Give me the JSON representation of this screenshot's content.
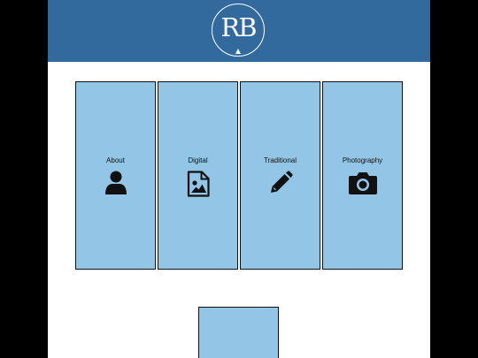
{
  "header": {
    "logo_text": "RB",
    "background_color": "#336a9d"
  },
  "cards": [
    {
      "label": "About",
      "icon": "user-icon"
    },
    {
      "label": "Digital",
      "icon": "image-file-icon"
    },
    {
      "label": "Traditional",
      "icon": "pencil-icon"
    },
    {
      "label": "Photography",
      "icon": "camera-icon"
    }
  ],
  "colors": {
    "card_fill": "#93c6e6",
    "card_border": "#111111",
    "page_background": "#ffffff",
    "outer_background": "#000000"
  }
}
